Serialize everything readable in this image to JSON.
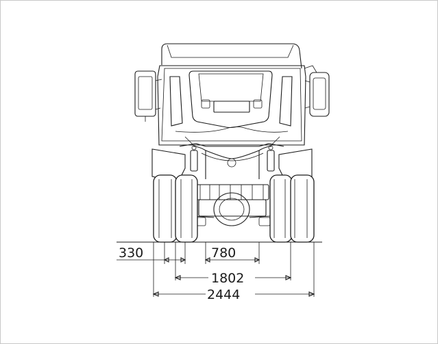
{
  "drawing": {
    "view": "rear",
    "subject": "truck"
  },
  "dimensions": {
    "track_offset": "330",
    "axle_width": "780",
    "inner_track": "1802",
    "overall_width": "2444"
  },
  "colors": {
    "line": "#1a1a1a",
    "background": "#ffffff",
    "frame": "#c8c8c8"
  }
}
